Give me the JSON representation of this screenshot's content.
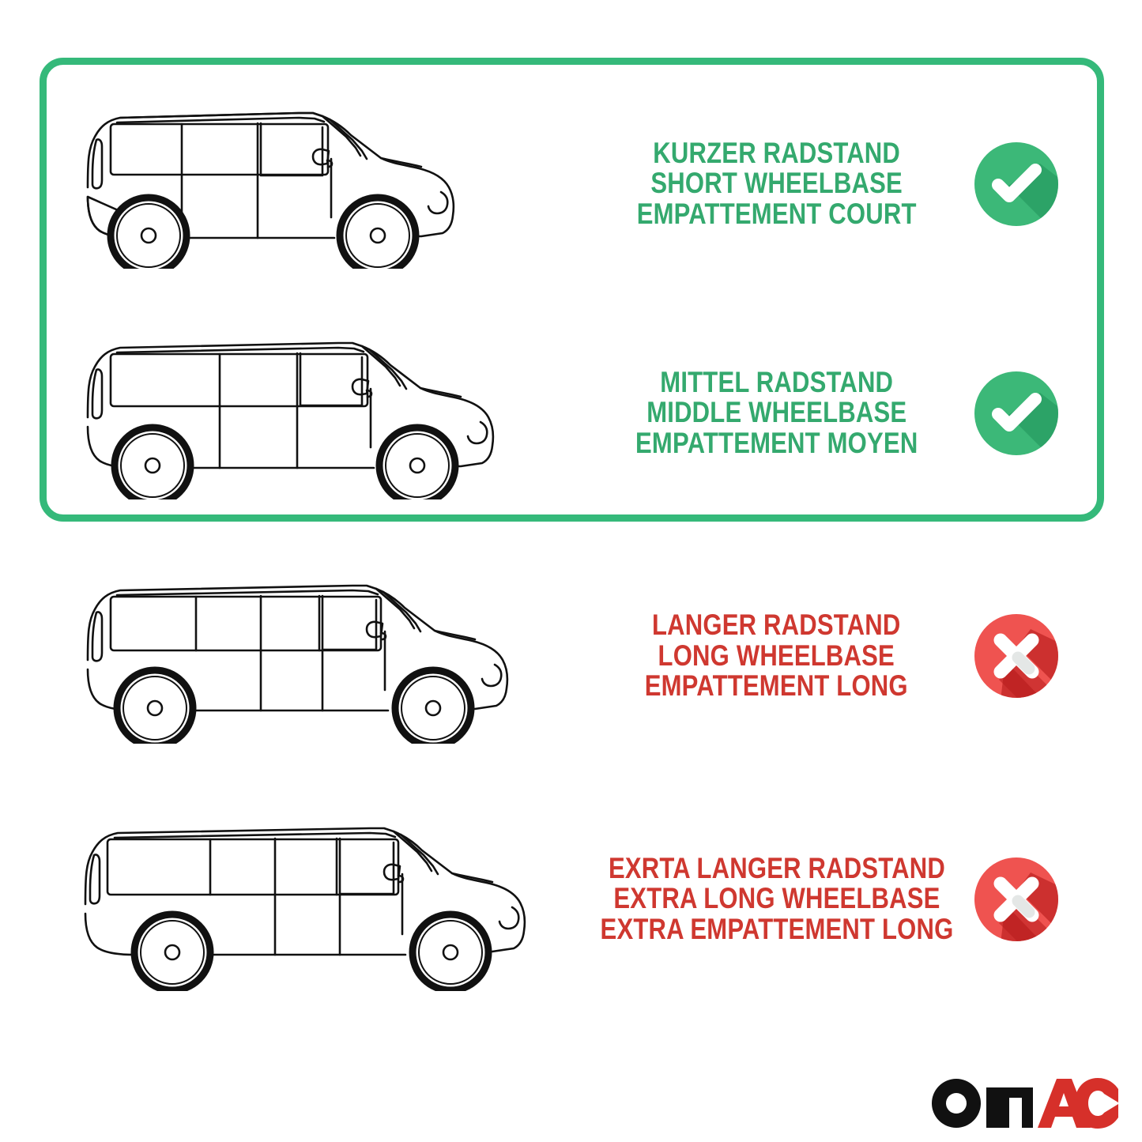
{
  "page": {
    "background": "#ffffff",
    "highlight_box_color": "#35b97a"
  },
  "colors": {
    "ok_green": "#34a96e",
    "badge_green": "#3cb878",
    "badge_green_shadow": "#1f9159",
    "bad_red": "#cf3830",
    "badge_red": "#ef5350",
    "badge_red_shadow": "#b71c1c",
    "logo_black": "#111111",
    "logo_red": "#d6302a",
    "line_art": "#111111"
  },
  "rows": [
    {
      "id": "short-wheelbase",
      "van_name": "van-short-wheelbase",
      "van_windows": 3,
      "status": "compatible",
      "badge_icon": "check-circle-icon",
      "text_color": "#34a96e",
      "labels": {
        "de": "KURZER RADSTAND",
        "en": "SHORT WHEELBASE",
        "fr": "EMPATTEMENT COURT"
      }
    },
    {
      "id": "middle-wheelbase",
      "van_name": "van-middle-wheelbase",
      "van_windows": 3,
      "status": "compatible",
      "badge_icon": "check-circle-icon",
      "text_color": "#34a96e",
      "labels": {
        "de": "MITTEL RADSTAND",
        "en": "MIDDLE WHEELBASE",
        "fr": "EMPATTEMENT MOYEN"
      }
    },
    {
      "id": "long-wheelbase",
      "van_name": "van-long-wheelbase",
      "van_windows": 4,
      "status": "not-compatible",
      "badge_icon": "cross-circle-icon",
      "text_color": "#cf3830",
      "labels": {
        "de": "LANGER RADSTAND",
        "en": "LONG WHEELBASE",
        "fr": "EMPATTEMENT LONG"
      }
    },
    {
      "id": "extra-long-wheelbase",
      "van_name": "van-extra-long-wheelbase",
      "van_windows": 4,
      "status": "not-compatible",
      "badge_icon": "cross-circle-icon",
      "text_color": "#cf3830",
      "labels": {
        "de": "EXRTA LANGER RADSTAND",
        "en": "EXTRA LONG WHEELBASE",
        "fr": "EXTRA EMPATTEMENT LONG"
      }
    }
  ],
  "logo": {
    "name": "omac-logo",
    "text_dark": "OM",
    "text_accent": "AC",
    "full_text": "OMAC"
  }
}
